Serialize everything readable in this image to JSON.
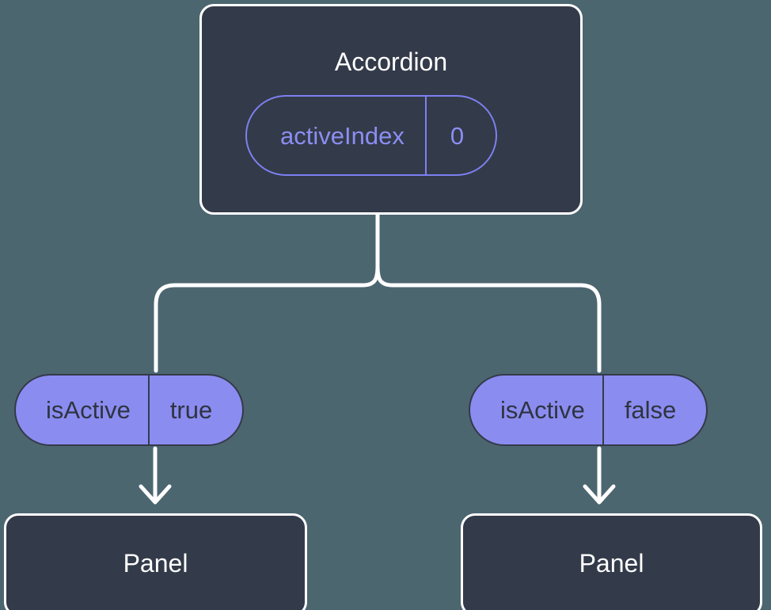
{
  "diagram": {
    "type": "component-tree",
    "background_color": "#4c6670",
    "node_color": "#333a49",
    "accent_color": "#8b8cf0",
    "outline_accent_color": "#7d80f0",
    "edge_color": "#ffffff",
    "root": {
      "title": "Accordion",
      "prop": {
        "key": "activeIndex",
        "value": "0"
      }
    },
    "branches": [
      {
        "side": "left",
        "prop": {
          "key": "isActive",
          "value": "true"
        },
        "child": {
          "title": "Panel"
        }
      },
      {
        "side": "right",
        "prop": {
          "key": "isActive",
          "value": "false"
        },
        "child": {
          "title": "Panel"
        }
      }
    ]
  }
}
